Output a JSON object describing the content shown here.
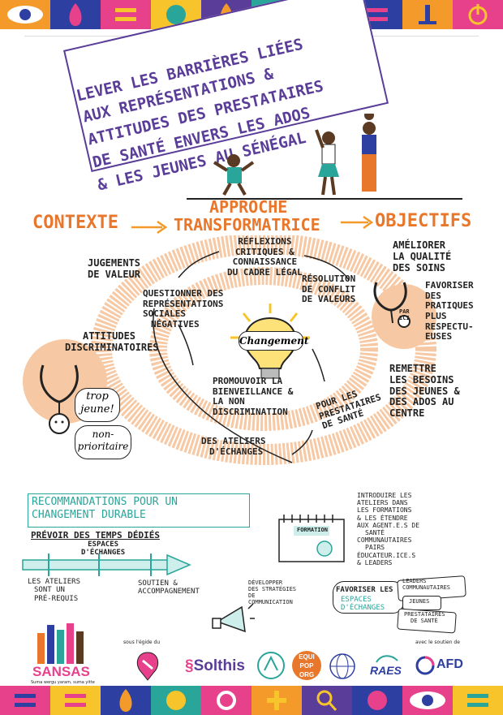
{
  "title": {
    "lines": [
      "Lever les barrières liées",
      "aux représentations &",
      "attitudes des prestataires",
      "de santé envers les ados",
      "& les jeunes au Sénégal"
    ]
  },
  "flow": {
    "contexte": "Contexte",
    "approche_1": "Approche",
    "approche_2": "transformatrice",
    "objectifs": "Objectifs"
  },
  "contexte_items": {
    "jugements": [
      "Jugements",
      "de valeur"
    ],
    "attitudes": [
      "Attitudes",
      "discriminatoires"
    ],
    "trop_jeune": [
      "trop",
      "jeune!"
    ],
    "non_prioritaire": [
      "non-",
      "prioritaire"
    ]
  },
  "approche_items": {
    "reflexions": [
      "Réflexions",
      "critiques &",
      "connaissance",
      "du cadre légal"
    ],
    "questionner": [
      "Questionner des",
      "représentations",
      "sociales",
      "négatives"
    ],
    "resolution": [
      "Résolution",
      "de conflit",
      "de valeurs"
    ],
    "changement": "Changement",
    "promouvoir": [
      "Promouvoir la",
      "bienveillance &",
      "la non",
      "discrimination"
    ],
    "ateliers": [
      "Des ateliers",
      "d'échanges"
    ],
    "prestataires": [
      "pour les",
      "prestataires",
      "de santé"
    ]
  },
  "objectifs_items": {
    "ameliorer": [
      "Améliorer",
      "la qualité",
      "des soins"
    ],
    "favoriser": [
      "Favoriser",
      "des",
      "pratiques",
      "plus",
      "respectu-",
      "euses"
    ],
    "remettre": [
      "Remettre",
      "les besoins",
      "des jeunes &",
      "des ados au",
      "centre"
    ],
    "par_ici": [
      "par",
      "ici"
    ]
  },
  "recommandations": {
    "title_1": "Recommandations pour un",
    "title_2": "changement durable",
    "prevoir": "Prévoir des temps dédiés",
    "espaces": [
      "espaces",
      "d'échanges"
    ],
    "ateliers_prerequis": [
      "Les ateliers",
      "sont un",
      "pré-requis"
    ],
    "soutien": [
      "Soutien &",
      "accompagnement"
    ],
    "introduire": [
      "Introduire les",
      "ateliers dans",
      "les formations",
      "& les étendre",
      "aux agent.e.s de",
      "santé",
      "communautaires",
      "pairs",
      "éducateur.ice.s",
      "& leaders"
    ],
    "formation": "Formation",
    "developper": [
      "Développer",
      "des stratégies",
      "de",
      "communication"
    ],
    "favoriser_les": "Favoriser les",
    "espaces_echanges": [
      "espaces",
      "d'échanges"
    ],
    "leaders": [
      "leaders",
      "communautaires"
    ],
    "jeunes": "jeunes",
    "prestataires": [
      "prestataires",
      "de santé"
    ]
  },
  "footer": {
    "egide": "sous l'égide du",
    "soutien": "avec le soutien de",
    "sansas": "SANSAS",
    "sansas_tagline": "Suma wergu yaram, suma yitte",
    "solthis": "Solthis",
    "equipop": [
      "EQUI",
      "POP",
      "ORG"
    ],
    "raes": "RAES",
    "afd": "AFD"
  },
  "colors": {
    "orange": "#e8772b",
    "peach": "#f6c9a4",
    "teal": "#2aa59a",
    "purple": "#5a3d98",
    "yellow": "#f7c52b",
    "pink": "#e8418c"
  }
}
